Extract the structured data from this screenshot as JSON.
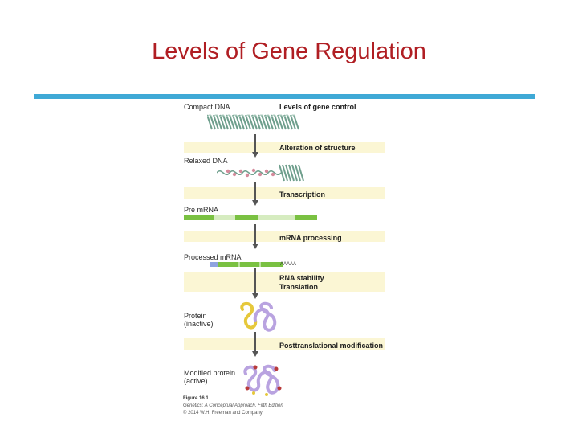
{
  "title": "Levels of Gene Regulation",
  "colors": {
    "title": "#b01e23",
    "rule": "#3fa9d6",
    "band": "#fbf6d4",
    "exon": "#7ac142",
    "intron": "#d6ecc0",
    "utr": "#8fa4e0",
    "protein_primary": "#b9a3e0",
    "protein_tag": "#e6c83b",
    "modification": "#b83a3a"
  },
  "stages": {
    "compact_dna": "Compact DNA",
    "relaxed_dna": "Relaxed DNA",
    "pre_mrna": "Pre mRNA",
    "processed_mrna": "Processed mRNA",
    "poly_a": "AAAAA",
    "protein_inactive_line1": "Protein",
    "protein_inactive_line2": "(inactive)",
    "modified_protein_line1": "Modified protein",
    "modified_protein_line2": "(active)"
  },
  "levels": {
    "header": "Levels of gene control",
    "alteration": "Alteration of structure",
    "transcription": "Transcription",
    "mrna_processing": "mRNA processing",
    "rna_stability": "RNA stability",
    "translation": "Translation",
    "posttranslational": "Posttranslational modification"
  },
  "caption": {
    "figure": "Figure 16.1",
    "source": "Genetics: A Conceptual Approach, Fifth Edition",
    "copyright": "© 2014 W.H. Freeman and Company"
  }
}
